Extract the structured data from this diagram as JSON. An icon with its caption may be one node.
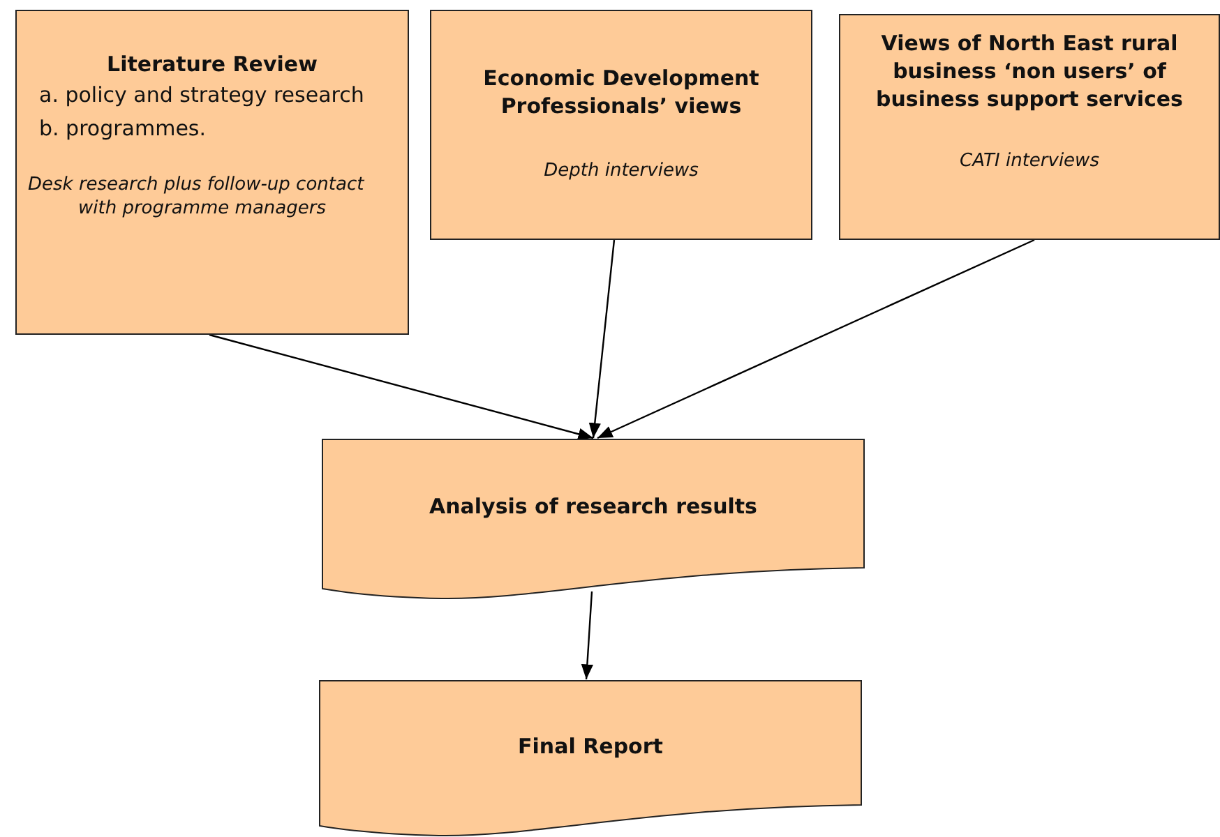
{
  "diagram": {
    "nodes": [
      {
        "text": [
          "Literature Review",
          "a. policy and strategy research",
          "b. programmes.",
          "Desk research plus follow-up contact with programme managers"
        ]
      },
      {
        "text": [
          "Economic Development Professionals’ views",
          "Depth interviews"
        ]
      },
      {
        "text": [
          "Views of North East rural business ‘non users’ of business support services",
          "CATI interviews"
        ]
      },
      {
        "text": [
          "Analysis of research results"
        ]
      },
      {
        "text": [
          "Final Report"
        ]
      }
    ],
    "edges": [
      {
        "from": 0,
        "to": 3,
        "arrow": "to"
      },
      {
        "from": 1,
        "to": 3,
        "arrow": "to"
      },
      {
        "from": 2,
        "to": 3,
        "arrow": "to"
      },
      {
        "from": 3,
        "to": 4,
        "arrow": "to"
      }
    ]
  }
}
